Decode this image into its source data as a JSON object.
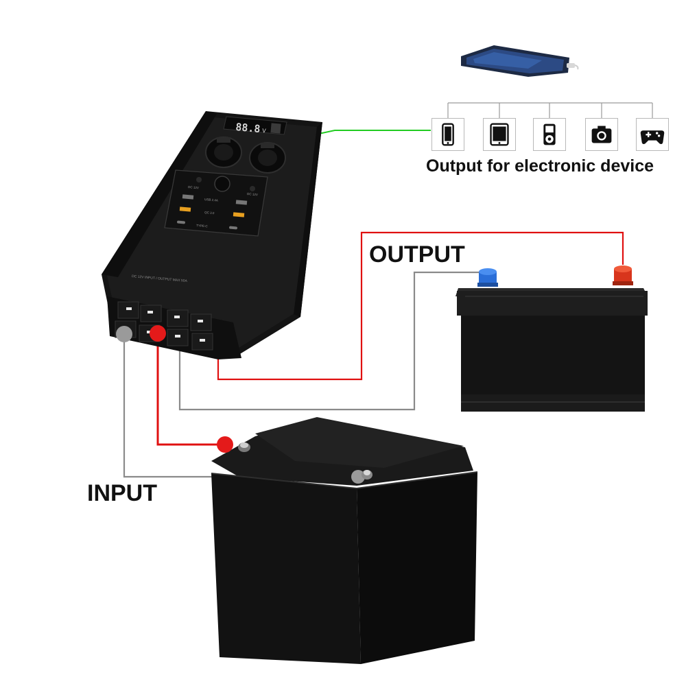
{
  "labels": {
    "output": "OUTPUT",
    "input": "INPUT",
    "device_output": "Output for electronic device"
  },
  "device_panel": {
    "display_readout": "88.8",
    "display_unit": "V",
    "port_labels": {
      "usb": "USB 2.4A",
      "qc": "QC 3.0",
      "typec": "TYPE-C",
      "dc_left": "DC 12V",
      "dc_right": "DC 12V",
      "rating": "DC 12V INPUT / OUTPUT MAX 50A"
    }
  },
  "device_icons": [
    {
      "name": "smartphone-icon"
    },
    {
      "name": "tablet-icon"
    },
    {
      "name": "music-player-icon"
    },
    {
      "name": "camera-icon"
    },
    {
      "name": "gamepad-icon"
    }
  ],
  "colors": {
    "wire_positive": "#e01010",
    "wire_negative": "#8a8a8a",
    "wire_signal": "#22cc22",
    "terminal_positive": "#e41a1a",
    "terminal_negative": "#9a9a9a",
    "car_terminal_positive": "#d8351c",
    "car_terminal_negative": "#2a6ed8",
    "body_dark": "#141414"
  }
}
